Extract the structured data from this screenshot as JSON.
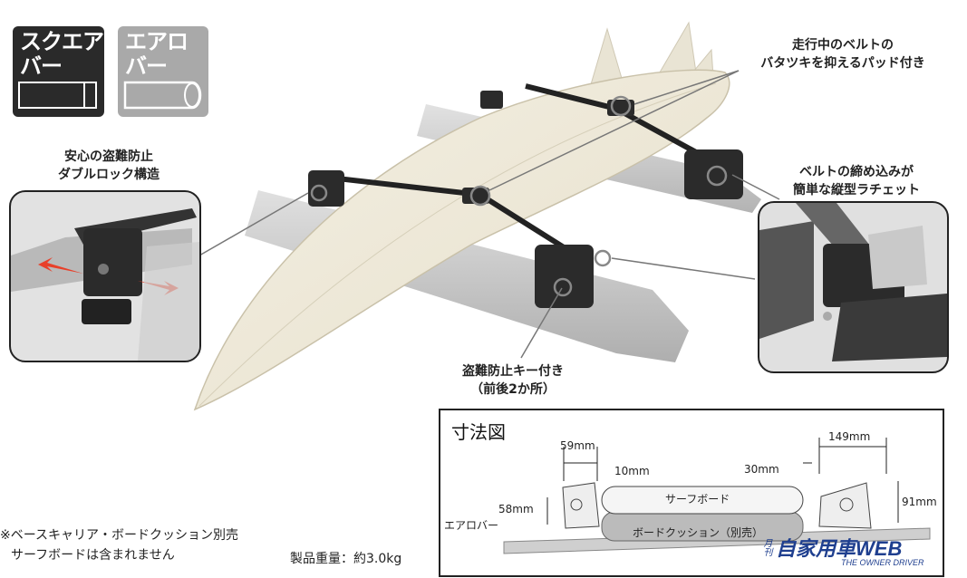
{
  "badges": {
    "square": {
      "line1": "スクエア",
      "line2": "バー"
    },
    "aero": {
      "line1": "エアロ",
      "line2": "バー"
    }
  },
  "callouts": {
    "pad": {
      "line1": "走行中のベルトの",
      "line2": "バタツキを抑えるパッド付き"
    },
    "lock": {
      "line1": "安心の盗難防止",
      "line2": "ダブルロック構造"
    },
    "ratchet": {
      "line1": "ベルトの締め込みが",
      "line2": "簡単な縦型ラチェット"
    },
    "key": {
      "line1": "盗難防止キー付き",
      "line2": "（前後2か所）"
    }
  },
  "dimensions": {
    "title": "寸法図",
    "d59": "59mm",
    "d10": "10mm",
    "d30": "30mm",
    "d149": "149mm",
    "d58": "58mm",
    "d91": "91mm",
    "surfboard": "サーフボード",
    "cushion": "ボードクッション（別売）",
    "aerobar": "エアロバー"
  },
  "notes": {
    "line1": "※ベースキャリア・ボードクッション別売",
    "line2": "サーフボードは含まれません",
    "weight": "製品重量：約3.0kg"
  },
  "watermark": {
    "small": "月刊",
    "main": "自家用車WEB",
    "sub": "THE OWNER DRIVER"
  },
  "colors": {
    "accent_arrow": "#e8402a",
    "watermark": "#1f3f8f"
  }
}
